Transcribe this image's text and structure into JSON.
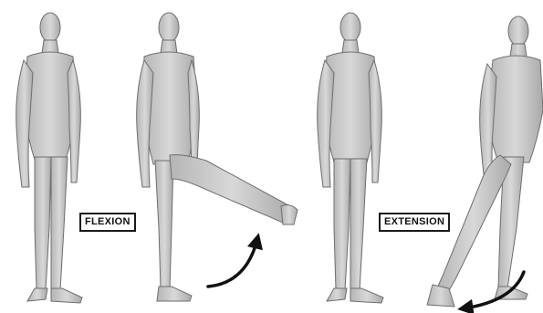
{
  "panels": [
    {
      "id": "flexion",
      "label": "FLEXION"
    },
    {
      "id": "extension",
      "label": "EXTENSION"
    }
  ],
  "colors": {
    "body_fill": "#c9c9c9",
    "body_shade": "#9e9e9e",
    "outline": "#6e6e6e",
    "arrow": "#111111",
    "label_border": "#1a1a1a"
  },
  "icons": [
    "curved-arrow-up-icon",
    "curved-arrow-back-icon"
  ]
}
